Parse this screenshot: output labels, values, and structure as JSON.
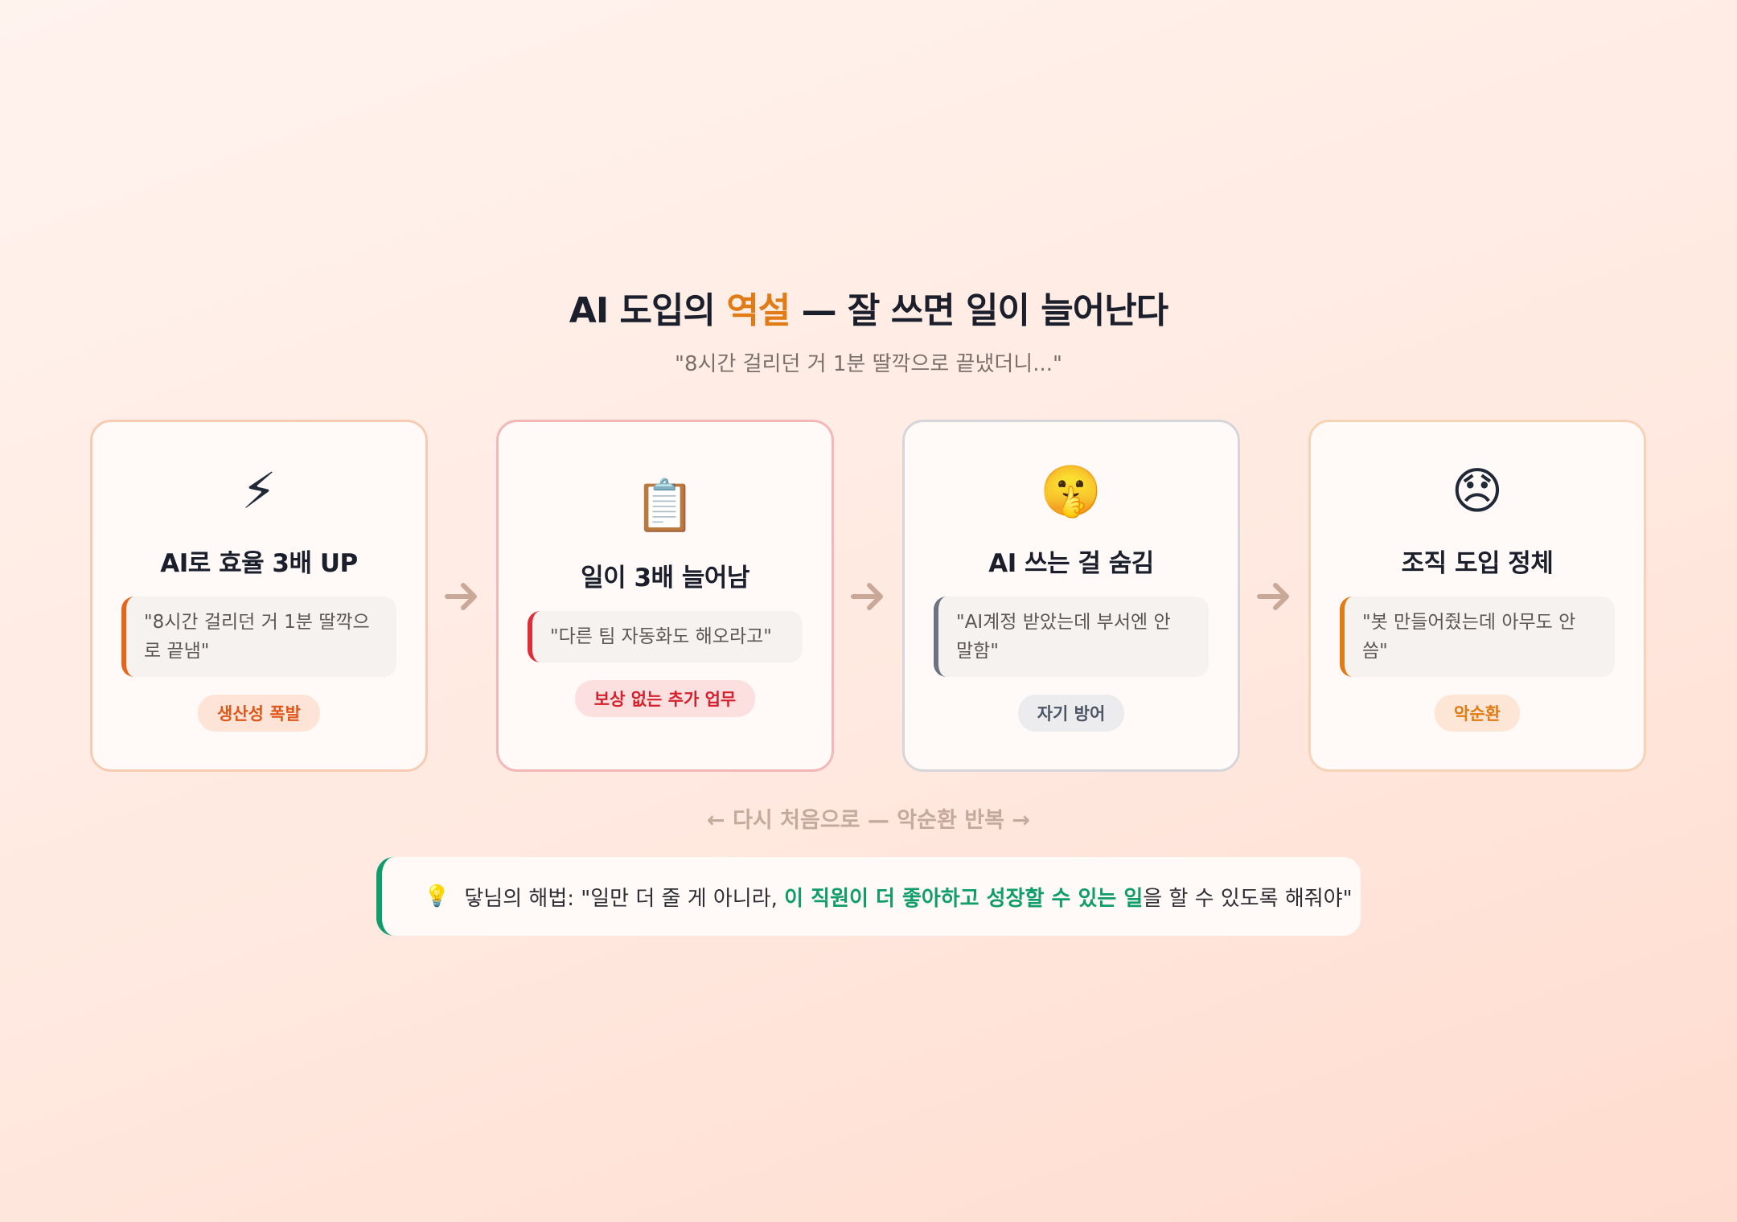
{
  "header": {
    "title_before": "AI 도입의 ",
    "title_accent": "역설",
    "title_after": " — 잘 쓰면 일이 늘어난다",
    "subtitle": "\"8시간 걸리던 거 1분 딸깍으로 끝냈더니...\""
  },
  "cards": [
    {
      "icon": "⚡",
      "icon_name": "lightning-icon",
      "title": "AI로 효율 3배 UP",
      "quote": "\"8시간 걸리던 거 1분 딸깍으로 끝냄\"",
      "badge": "생산성 폭발"
    },
    {
      "icon": "📋",
      "icon_name": "clipboard-icon",
      "title": "일이 3배 늘어남",
      "quote": "\"다른 팀 자동화도 해오라고\"",
      "badge": "보상 없는 추가 업무"
    },
    {
      "icon": "🤫",
      "icon_name": "shushing-face-icon",
      "title": "AI 쓰는 걸 숨김",
      "quote": "\"AI계정 받았는데 부서엔 안 말함\"",
      "badge": "자기 방어"
    },
    {
      "icon": "😞",
      "icon_name": "disappointed-face-icon",
      "title": "조직 도입 정체",
      "quote": "\"봇 만들어줬는데 아무도 안 씀\"",
      "badge": "악순환"
    }
  ],
  "loop_text": "← 다시 처음으로 — 악순환 반복 →",
  "solution": {
    "icon": "💡",
    "icon_name": "lightbulb-icon",
    "text_before": "닿님의 해법: \"일만 더 줄 게 아니라, ",
    "text_highlight": "이 직원이 더 좋아하고 성장할 수 있는 일",
    "text_after": "을 할 수 있도록 해줘야\""
  },
  "colors": {
    "accent": "#e07b15",
    "highlight_green": "#0f9d6b",
    "arrow": "#c9a898"
  }
}
